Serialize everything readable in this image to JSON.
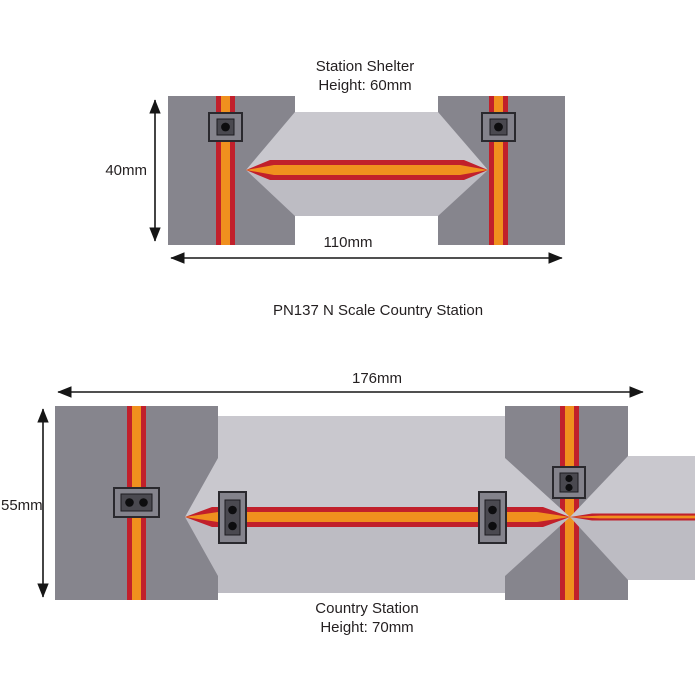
{
  "colors": {
    "background": "#ffffff",
    "platform": "#86858d",
    "roof_top": "#c9c8ce",
    "roof_bottom": "#bdbcc3",
    "stripe_red": "#c1202b",
    "stripe_orange": "#f0901e",
    "chimney_frame": "#84838c",
    "chimney_inner": "#4a4950",
    "chimney_pot": "#0d0d0f",
    "dimension": "#161616",
    "text": "#231f20"
  },
  "product_title": "PN137 N Scale Country Station",
  "shelter": {
    "title": "Station Shelter",
    "height": "Height: 60mm",
    "width_dim": "110mm",
    "depth_dim": "40mm"
  },
  "station": {
    "title": "Country Station",
    "height": "Height: 70mm",
    "width_dim": "176mm",
    "depth_dim": "55mm"
  }
}
